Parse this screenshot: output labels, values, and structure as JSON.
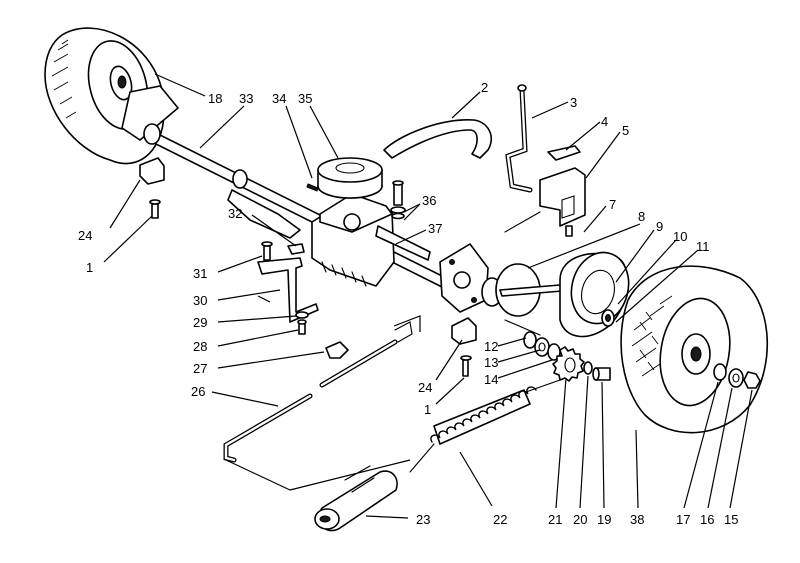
{
  "callouts": [
    {
      "label": "1"
    },
    {
      "label": "1"
    },
    {
      "label": "2"
    },
    {
      "label": "3"
    },
    {
      "label": "4"
    },
    {
      "label": "5"
    },
    {
      "label": "7"
    },
    {
      "label": "8"
    },
    {
      "label": "9"
    },
    {
      "label": "10"
    },
    {
      "label": "11"
    },
    {
      "label": "12"
    },
    {
      "label": "13"
    },
    {
      "label": "14"
    },
    {
      "label": "15"
    },
    {
      "label": "16"
    },
    {
      "label": "17"
    },
    {
      "label": "18"
    },
    {
      "label": "19"
    },
    {
      "label": "20"
    },
    {
      "label": "21"
    },
    {
      "label": "22"
    },
    {
      "label": "23"
    },
    {
      "label": "24"
    },
    {
      "label": "24"
    },
    {
      "label": "26"
    },
    {
      "label": "27"
    },
    {
      "label": "28"
    },
    {
      "label": "29"
    },
    {
      "label": "30"
    },
    {
      "label": "31"
    },
    {
      "label": "32"
    },
    {
      "label": "33"
    },
    {
      "label": "34"
    },
    {
      "label": "35"
    },
    {
      "label": "36"
    },
    {
      "label": "37"
    },
    {
      "label": "38"
    }
  ]
}
